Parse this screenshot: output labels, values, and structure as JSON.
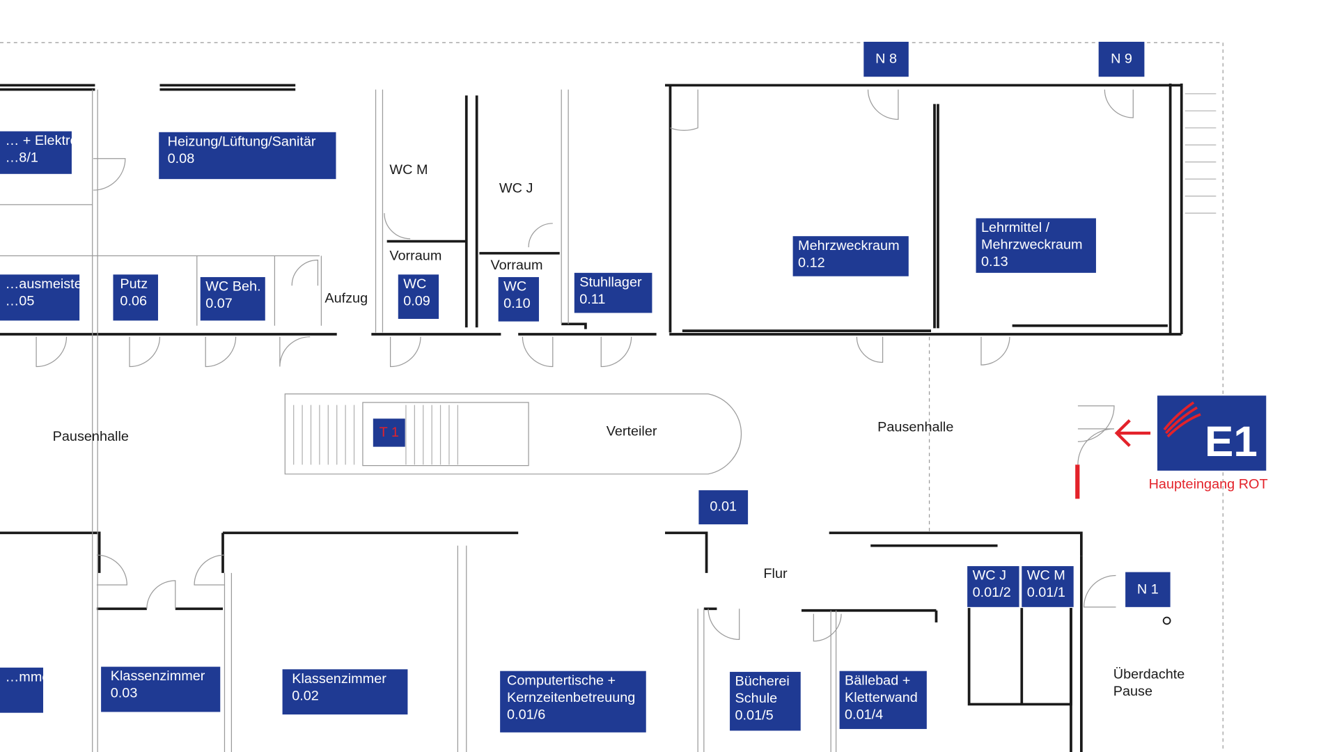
{
  "colors": {
    "label_bg": "#1f3a93",
    "label_text": "#ffffff",
    "entrance_red": "#e3222a",
    "wall": "#1a1a1a"
  },
  "rooms": {
    "elektro": [
      "… + Elektro",
      "…8/1"
    ],
    "heizung": [
      "Heizung/Lüftung/Sanitär",
      "0.08"
    ],
    "hausmeister": [
      "…ausmeister",
      "…05"
    ],
    "putz": [
      "Putz",
      "0.06"
    ],
    "wc_beh": [
      "WC Beh.",
      "0.07"
    ],
    "wc_009": [
      "WC",
      "0.09"
    ],
    "wc_010": [
      "WC",
      "0.10"
    ],
    "stuhllager": [
      "Stuhllager",
      "0.11"
    ],
    "mehrzweck": [
      "Mehrzweckraum",
      "0.12"
    ],
    "lehrmittel": [
      "Lehrmittel /",
      "Mehrzweckraum",
      "0.13"
    ],
    "klasse_left": [
      "…mmer"
    ],
    "klasse_003": [
      "Klassenzimmer",
      "0.03"
    ],
    "klasse_002": [
      "Klassenzimmer",
      "0.02"
    ],
    "computer": [
      "Computertische +",
      "Kernzeitenbetreuung",
      "0.01/6"
    ],
    "buecherei": [
      "Bücherei",
      "Schule",
      "0.01/5"
    ],
    "baellebad": [
      "Bällebad +",
      "Kletterwand",
      "0.01/4"
    ],
    "wc_j_012": [
      "WC J",
      "0.01/2"
    ],
    "wc_m_011": [
      "WC M",
      "0.01/1"
    ]
  },
  "markers": {
    "n8": "N 8",
    "n9": "N 9",
    "n1": "N 1",
    "r001": "0.01",
    "t1": "T 1"
  },
  "plain_labels": {
    "wc_m": "WC M",
    "wc_j": "WC J",
    "vorraum_1": "Vorraum",
    "vorraum_2": "Vorraum",
    "aufzug": "Aufzug",
    "pausenhalle_left": "Pausenhalle",
    "verteiler": "Verteiler",
    "pausenhalle_right": "Pausenhalle",
    "flur": "Flur",
    "ueberdachte": [
      "Überdachte",
      "Pause"
    ]
  },
  "entrance": {
    "code": "E1",
    "caption": "Haupteingang ROT",
    "arrow_icon": "arrow-left-icon"
  }
}
